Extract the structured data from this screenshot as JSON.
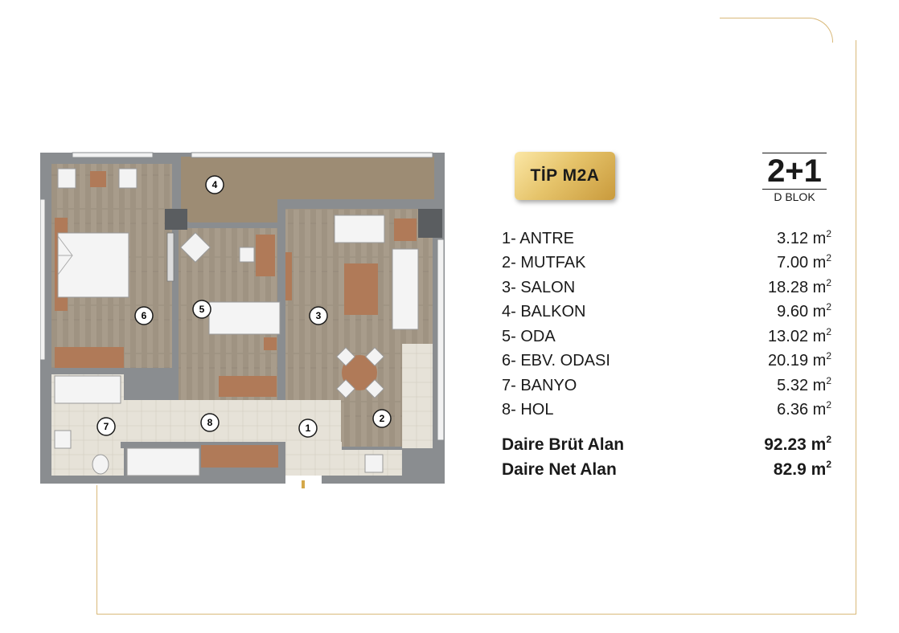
{
  "badge": {
    "label": "TİP M2A"
  },
  "unit": {
    "type": "2+1",
    "block": "D BLOK"
  },
  "rooms": [
    {
      "label": "1- ANTRE",
      "area": "3.12 m",
      "num": "1"
    },
    {
      "label": "2- MUTFAK",
      "area": "7.00 m",
      "num": "2"
    },
    {
      "label": "3- SALON",
      "area": "18.28 m",
      "num": "3"
    },
    {
      "label": "4- BALKON",
      "area": "9.60 m",
      "num": "4"
    },
    {
      "label": "5- ODA",
      "area": "13.02 m",
      "num": "5"
    },
    {
      "label": "6- EBV. ODASI",
      "area": "20.19 m",
      "num": "6"
    },
    {
      "label": "7- BANYO",
      "area": "5.32 m",
      "num": "7"
    },
    {
      "label": "8- HOL",
      "area": "6.36 m",
      "num": "8"
    }
  ],
  "unit_suffix": "2",
  "totals": [
    {
      "label": "Daire Brüt Alan",
      "area": "92.23 m"
    },
    {
      "label": "Daire Net Alan",
      "area": "82.9 m"
    }
  ],
  "colors": {
    "gold": "#d9b97a",
    "wall": "#8a8d90",
    "wood": "#a79a89",
    "tile": "#e4e1d8",
    "furniture": "#b07a58"
  }
}
